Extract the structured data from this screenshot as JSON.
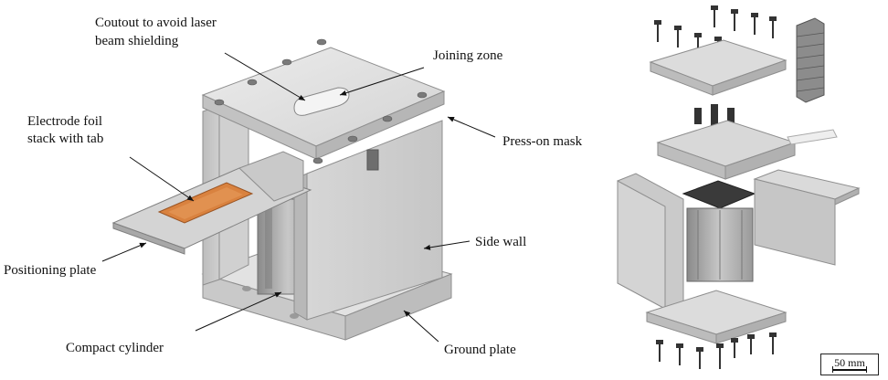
{
  "labels": {
    "cutout_line1": "Coutout to avoid laser",
    "cutout_line2": "beam shielding",
    "joining_zone": "Joining zone",
    "electrode_line1": "Electrode foil",
    "electrode_line2": "stack with tab",
    "press_on_mask": "Press-on mask",
    "side_wall": "Side wall",
    "positioning_plate": "Positioning plate",
    "compact_cylinder": "Compact cylinder",
    "ground_plate": "Ground plate"
  },
  "scale_bar": {
    "label": "50 mm"
  },
  "colors": {
    "metal_light": "#d9d9d9",
    "metal_mid": "#c4c4c4",
    "metal_dark": "#9c9c9c",
    "foil_orange": "#d9823f",
    "cylinder_dark": "#3a3a3a",
    "text": "#111111"
  }
}
